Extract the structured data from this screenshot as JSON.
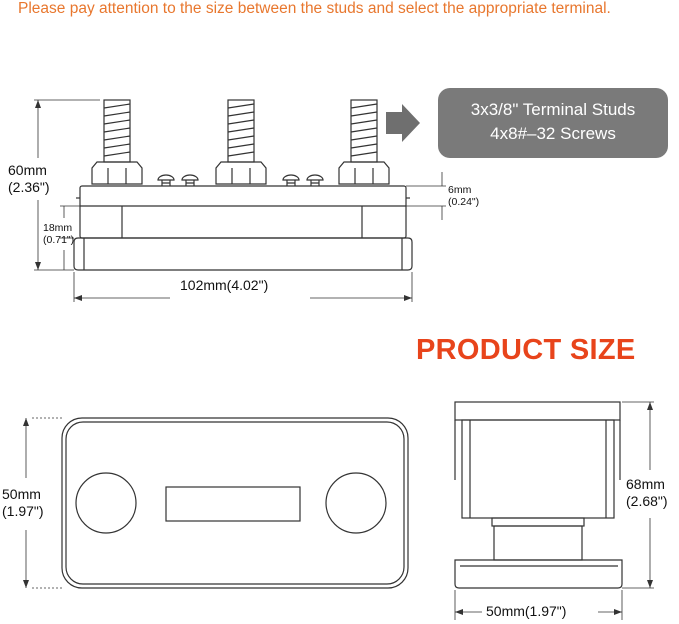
{
  "header_note": "Please pay attention to the size between the studs and select the appropriate terminal.",
  "section_title": "PRODUCT SIZE",
  "callout": {
    "line1": "3x3/8\" Terminal Studs",
    "line2": "4x8#–32 Screws"
  },
  "side_view": {
    "height_mm": "60mm",
    "height_in": "(2.36\")",
    "cover_mm": "6mm",
    "cover_in": "(0.24\")",
    "base_mm": "18mm",
    "base_in": "(0.71\")",
    "length": "102mm(4.02\")"
  },
  "top_view": {
    "width_mm": "50mm",
    "width_in": "(1.97\")"
  },
  "end_view": {
    "height_mm": "68mm",
    "height_in": "(2.68\")",
    "width": "50mm(1.97\")"
  },
  "colors": {
    "accent_text": "#e8772e",
    "title": "#e8441b",
    "callout_bg": "#7a7a7a",
    "line": "#333333"
  }
}
